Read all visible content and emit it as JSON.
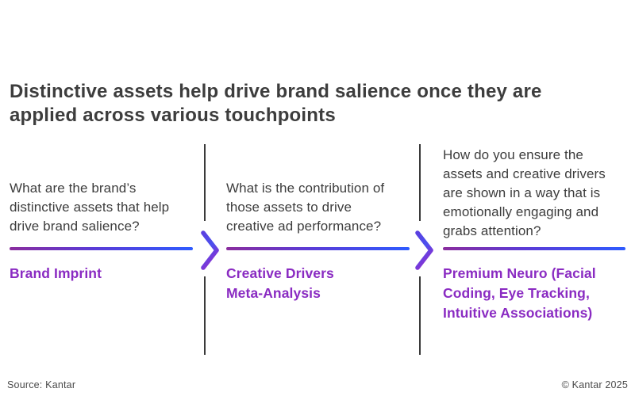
{
  "header": {
    "title": "Distinctive assets help drive brand salience once they are applied across various touchpoints",
    "title_line1": "Distinctive assets help drive brand salience once they are",
    "title_line2": "applied across various touchpoints"
  },
  "stages": [
    {
      "question": "What are the brand’s distinctive assets that help drive brand salience?",
      "question_lines": [
        "What are the brand’s",
        "distinctive assets that help",
        "drive brand salience?"
      ],
      "label": "Brand Imprint",
      "label_lines": [
        "Brand Imprint"
      ]
    },
    {
      "question": "What is the contribution of those assets to drive creative ad performance?",
      "question_lines": [
        "What is the contribution of",
        "those assets to drive",
        "creative ad performance?"
      ],
      "label": "Creative Drivers Meta-Analysis",
      "label_lines": [
        "Creative Drivers",
        "Meta-Analysis"
      ]
    },
    {
      "question": "How do you ensure the assets and creative drivers are shown in a way that is emotionally engaging and grabs attention?",
      "question_lines": [
        "How do you ensure the",
        "assets and creative drivers",
        "are shown in a way that is",
        "emotionally engaging and",
        "grabs attention?"
      ],
      "label": "Premium Neuro (Facial Coding, Eye Tracking, Intuitive Associations)",
      "label_lines": [
        "Premium Neuro (Facial",
        "Coding, Eye Tracking,",
        "Intuitive Associations)"
      ]
    }
  ],
  "footer": {
    "source": "Source: Kantar",
    "copyright": "© Kantar 2025"
  },
  "colors": {
    "background": "#FFFFFF",
    "title_text": "#3D3D3D",
    "body_text": "#3D3D3D",
    "stage_label_purple": "#8A2BC2",
    "divider": "#3A3A3A",
    "arrow_gradient_left": "#8A2D9E",
    "arrow_gradient_mid": "#5B3BD6",
    "arrow_gradient_right": "#2E5BFF",
    "chevron_gradient_top": "#5A3FE0",
    "chevron_gradient_bottom": "#8C2FD0",
    "footer_text": "#4A4A4A"
  },
  "icons": {
    "chevron_right": "flow arrow to next stage"
  }
}
